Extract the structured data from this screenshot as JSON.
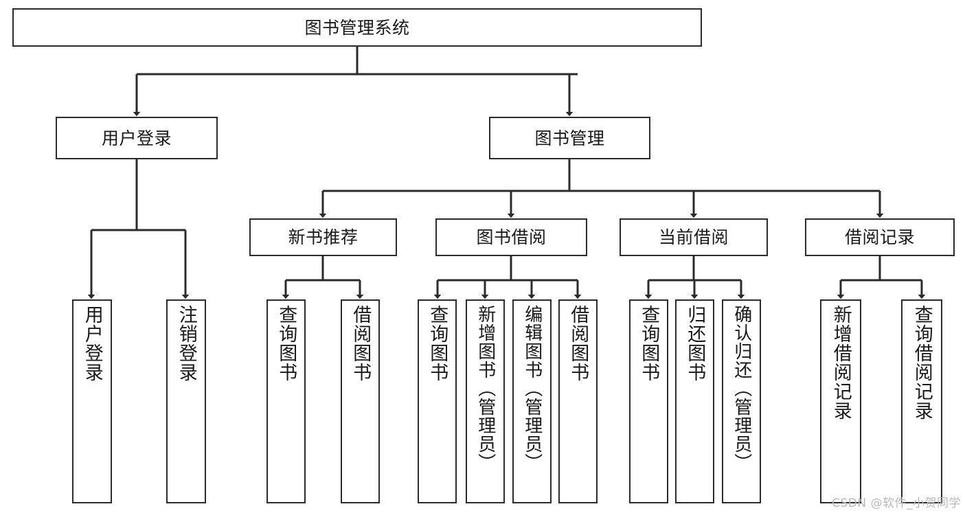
{
  "diagram": {
    "title": "图书管理系统",
    "style": {
      "box_border_color": "#2b2b2b",
      "box_fill_color": "#ffffff",
      "connector_color": "#2b2b2b",
      "text_color": "#1a1a1a",
      "background_color": "#ffffff",
      "watermark_color": "#b9b9b9"
    },
    "root": {
      "label": "图书管理系统"
    },
    "level2": [
      {
        "label": "用户登录"
      },
      {
        "label": "图书管理"
      }
    ],
    "level3": [
      {
        "label": "新书推荐"
      },
      {
        "label": "图书借阅"
      },
      {
        "label": "当前借阅"
      },
      {
        "label": "借阅记录"
      }
    ],
    "leaves": {
      "user_login": [
        {
          "label": "用户登录"
        },
        {
          "label": "注销登录"
        }
      ],
      "new_book_recommend": [
        {
          "label": "查询图书"
        },
        {
          "label": "借阅图书"
        }
      ],
      "book_borrow": [
        {
          "label": "查询图书"
        },
        {
          "label": "新增图书（管理员）"
        },
        {
          "label": "编辑图书（管理员）"
        },
        {
          "label": "借阅图书"
        }
      ],
      "current_borrow": [
        {
          "label": "查询图书"
        },
        {
          "label": "归还图书"
        },
        {
          "label": "确认归还（管理员）"
        }
      ],
      "borrow_record": [
        {
          "label": "新增借阅记录"
        },
        {
          "label": "查询借阅记录"
        }
      ]
    }
  },
  "watermark": {
    "text": "CSDN @软件_小贺同学"
  }
}
